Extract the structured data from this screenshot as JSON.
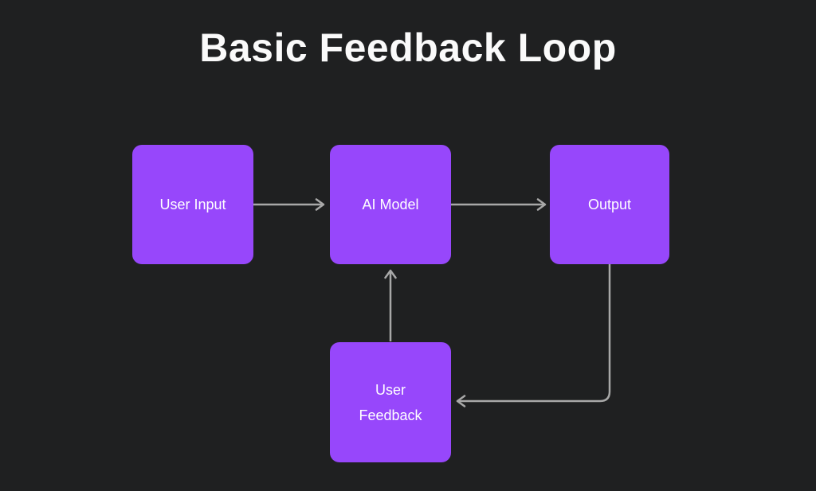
{
  "title": "Basic Feedback Loop",
  "colors": {
    "background": "#1f2021",
    "node_fill": "#9747fb",
    "node_text": "#ffffff",
    "connector": "#a8a8a8",
    "title_text": "#fafafa"
  },
  "diagram": {
    "type": "flowchart",
    "nodes": [
      {
        "id": "user-input",
        "label": "User Input"
      },
      {
        "id": "ai-model",
        "label": "AI Model"
      },
      {
        "id": "output",
        "label": "Output"
      },
      {
        "id": "user-feedback",
        "label": "User Feedback"
      }
    ],
    "edges": [
      {
        "from": "user-input",
        "to": "ai-model"
      },
      {
        "from": "ai-model",
        "to": "output"
      },
      {
        "from": "output",
        "to": "user-feedback"
      },
      {
        "from": "user-feedback",
        "to": "ai-model"
      }
    ]
  }
}
